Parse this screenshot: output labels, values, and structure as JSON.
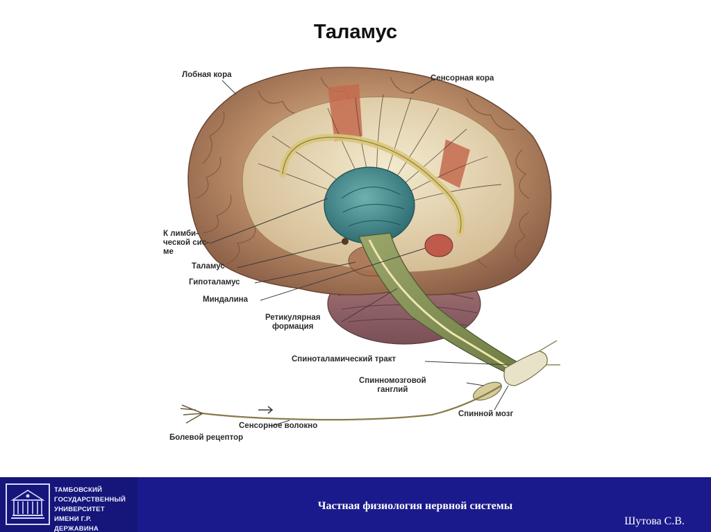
{
  "title": "Таламус",
  "labels": {
    "frontal_cortex": "Лобная кора",
    "sensory_cortex": "Сенсорная кора",
    "to_limbic": "К лимби-\nческой сис-\nме",
    "thalamus": "Таламус",
    "hypothalamus": "Гипоталамус",
    "amygdala": "Миндалина",
    "reticular": "Ретикулярная\nформация",
    "spinothalamic": "Спиноталамический тракт",
    "spinal_ganglion": "Спинномозговой\nганглий",
    "spinal_cord": "Спинной мозг",
    "sensory_fiber": "Сенсорное волокно",
    "pain_receptor": "Болевой рецептор"
  },
  "footer": {
    "university": "ТАМБОВСКИЙ\nГОСУДАРСТВЕННЫЙ\nУНИВЕРСИТЕТ\nИМЕНИ Г.Р. ДЕРЖАВИНА",
    "course": "Частная физиология нервной системы",
    "author": "Шутова С.В."
  },
  "colors": {
    "footer_bg": "#1a1a8c",
    "brain": "#b5896a",
    "thalamus": "#3f8a8e",
    "sensory_strip": "#c46a4e",
    "tract": "#e8d9a0"
  }
}
